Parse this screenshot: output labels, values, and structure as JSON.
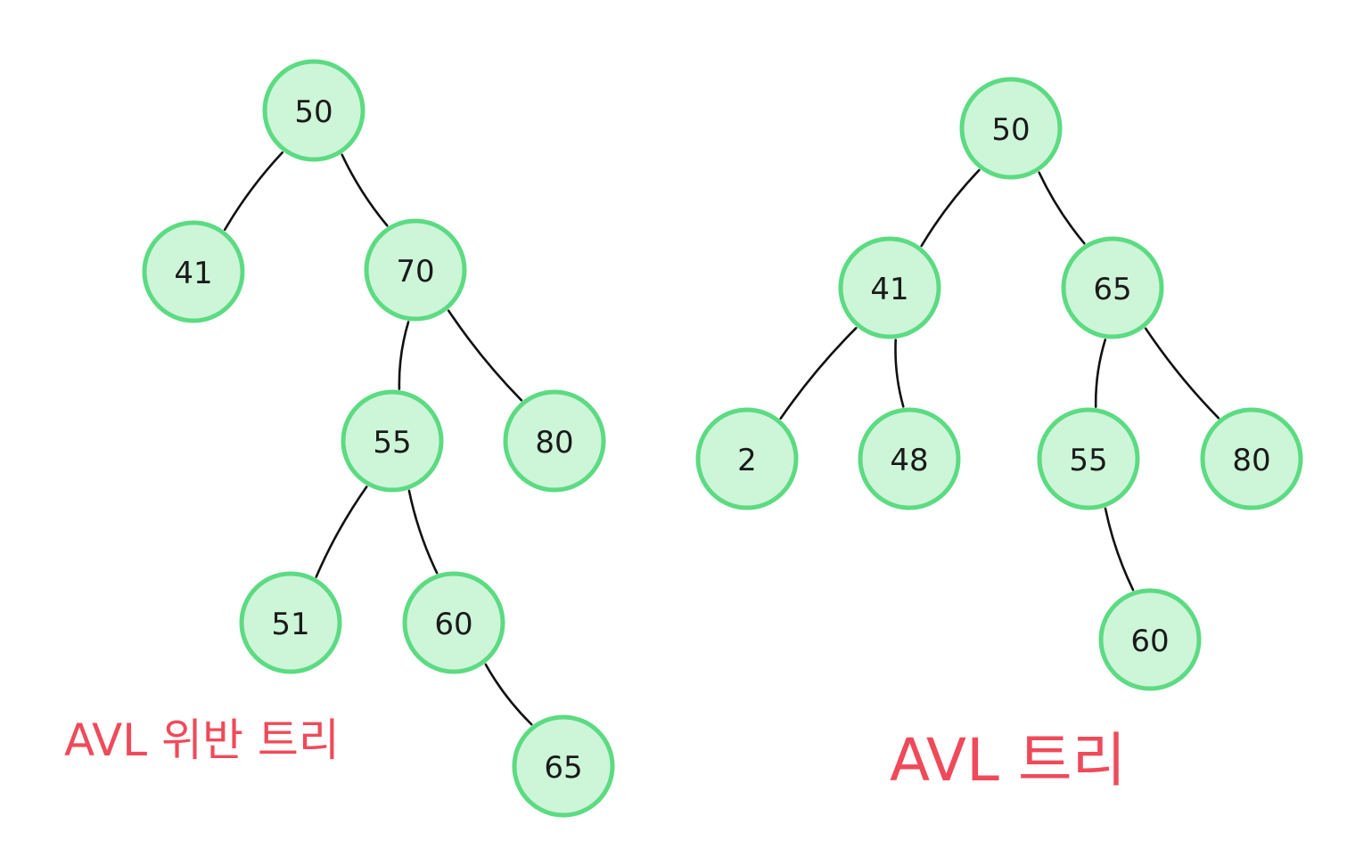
{
  "colors": {
    "node_fill": "#cdf5d8",
    "node_stroke": "#5cdb82",
    "edge": "#111111",
    "label": "#1a1a1a",
    "caption": "#ef4a5a"
  },
  "trees": [
    {
      "id": "left",
      "caption": "AVL 위반 트리",
      "nodes": [
        {
          "id": "n50",
          "label": "50"
        },
        {
          "id": "n41",
          "label": "41"
        },
        {
          "id": "n70",
          "label": "70"
        },
        {
          "id": "n55",
          "label": "55"
        },
        {
          "id": "n80",
          "label": "80"
        },
        {
          "id": "n51",
          "label": "51"
        },
        {
          "id": "n60",
          "label": "60"
        },
        {
          "id": "n65",
          "label": "65"
        }
      ],
      "edges": [
        [
          "n50",
          "n41"
        ],
        [
          "n50",
          "n70"
        ],
        [
          "n70",
          "n55"
        ],
        [
          "n70",
          "n80"
        ],
        [
          "n55",
          "n51"
        ],
        [
          "n55",
          "n60"
        ],
        [
          "n60",
          "n65"
        ]
      ]
    },
    {
      "id": "right",
      "caption": "AVL 트리",
      "nodes": [
        {
          "id": "m50",
          "label": "50"
        },
        {
          "id": "m41",
          "label": "41"
        },
        {
          "id": "m65",
          "label": "65"
        },
        {
          "id": "m2",
          "label": "2"
        },
        {
          "id": "m48",
          "label": "48"
        },
        {
          "id": "m55",
          "label": "55"
        },
        {
          "id": "m80",
          "label": "80"
        },
        {
          "id": "m60",
          "label": "60"
        }
      ],
      "edges": [
        [
          "m50",
          "m41"
        ],
        [
          "m50",
          "m65"
        ],
        [
          "m41",
          "m2"
        ],
        [
          "m41",
          "m48"
        ],
        [
          "m65",
          "m55"
        ],
        [
          "m65",
          "m80"
        ],
        [
          "m55",
          "m60"
        ]
      ]
    }
  ]
}
